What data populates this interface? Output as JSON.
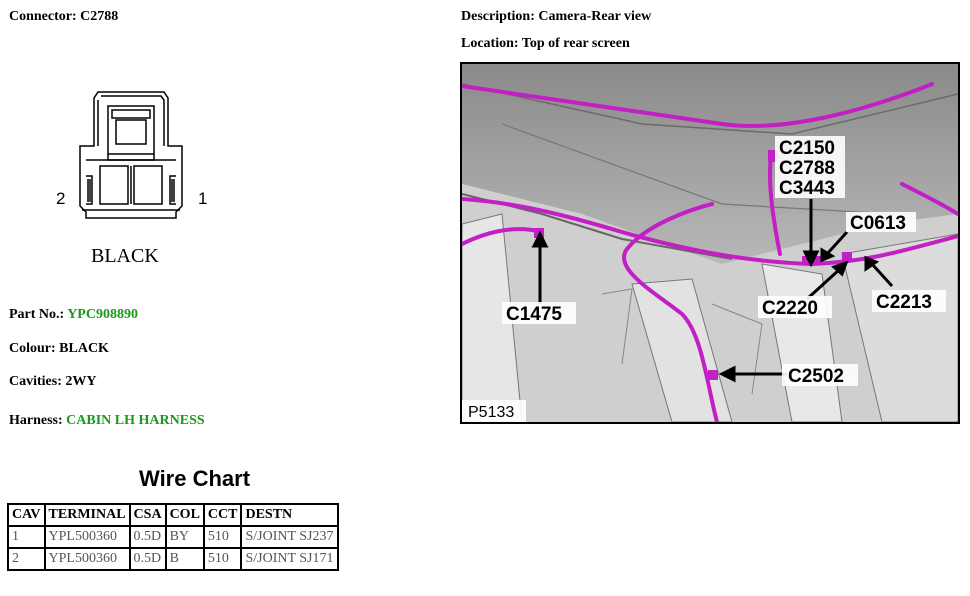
{
  "connector": {
    "label": "Connector: C2788",
    "pin_left": "2",
    "pin_right": "1",
    "color_caption": "BLACK"
  },
  "description": {
    "label": "Description: Camera-Rear view",
    "location": "Location: Top of rear screen"
  },
  "details": {
    "part_prefix": "Part No.: ",
    "part_no": "YPC908890",
    "colour": "Colour: BLACK",
    "cavities": "Cavities: 2WY",
    "harness_prefix": "Harness: ",
    "harness": "CABIN LH HARNESS"
  },
  "photo": {
    "callouts": {
      "c2150": "C2150",
      "c2788": "C2788",
      "c3443": "C3443",
      "c0613": "C0613",
      "c1475": "C1475",
      "c2220": "C2220",
      "c2213": "C2213",
      "c2502": "C2502"
    },
    "figure_id": "P5133",
    "wire_color": "#c21fc4"
  },
  "wire_chart": {
    "title": "Wire Chart",
    "headers": [
      "CAV",
      "TERMINAL",
      "CSA",
      "COL",
      "CCT",
      "DESTN"
    ],
    "rows": [
      [
        "1",
        "YPL500360",
        "0.5D",
        "BY",
        "510",
        "S/JOINT SJ237"
      ],
      [
        "2",
        "YPL500360",
        "0.5D",
        "B",
        "510",
        "S/JOINT SJ171"
      ]
    ]
  }
}
